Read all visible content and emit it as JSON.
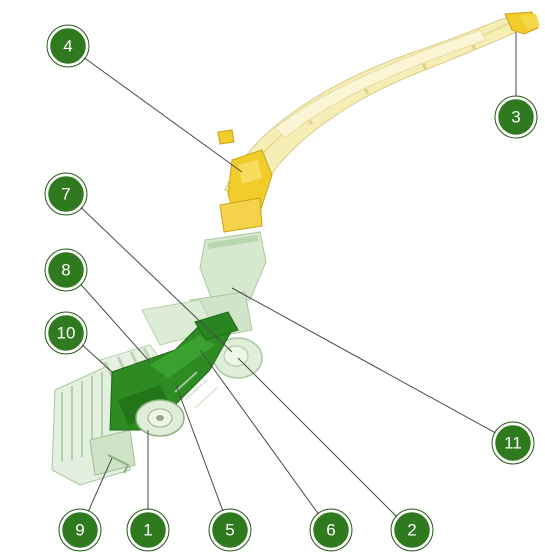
{
  "diagram": {
    "callouts": [
      {
        "id": "c4",
        "label": "4"
      },
      {
        "id": "c3",
        "label": "3"
      },
      {
        "id": "c7",
        "label": "7"
      },
      {
        "id": "c8",
        "label": "8"
      },
      {
        "id": "c10",
        "label": "10"
      },
      {
        "id": "c11",
        "label": "11"
      },
      {
        "id": "c9",
        "label": "9"
      },
      {
        "id": "c1",
        "label": "1"
      },
      {
        "id": "c5",
        "label": "5"
      },
      {
        "id": "c6",
        "label": "6"
      },
      {
        "id": "c2",
        "label": "2"
      }
    ],
    "colors": {
      "callout_fill": "#2f7a1f",
      "spout_yellow": "#f4e9a8",
      "spout_highlight_yellow": "#f2cc2a",
      "machine_green": "#2e8b23",
      "ghost_green": "#cfe4c8"
    }
  }
}
